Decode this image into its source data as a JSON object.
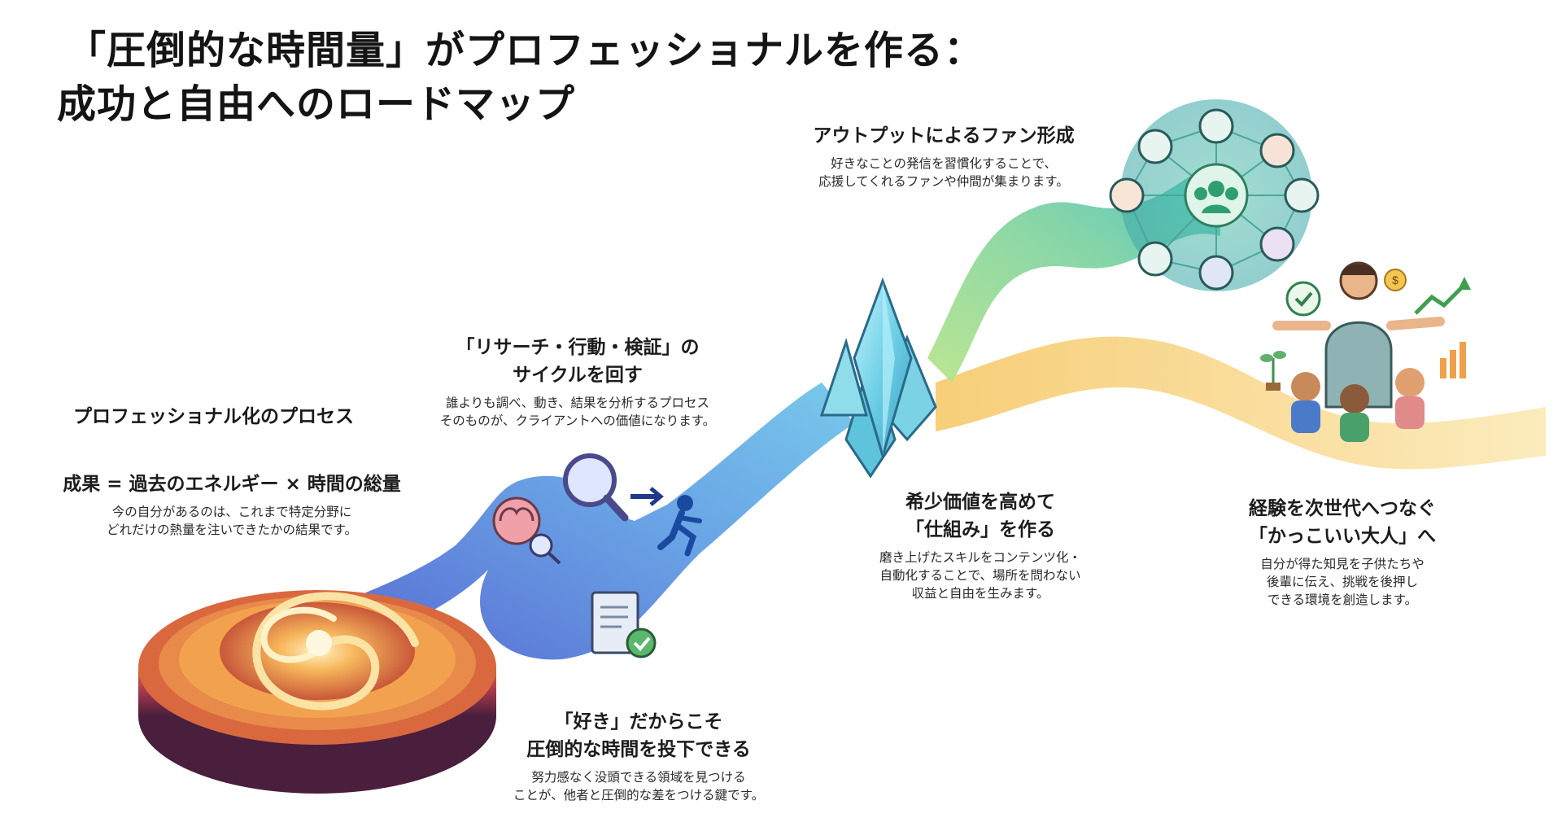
{
  "title": {
    "line1": "「圧倒的な時間量」がプロフェッショナルを作る：",
    "line2": "成功と自由へのロードマップ"
  },
  "process": {
    "heading": "プロフェッショナル化のプロセス"
  },
  "formula": {
    "heading": "成果 = 過去のエネルギー × 時間の総量",
    "body_line1": "今の自分があるのは、これまで特定分野に",
    "body_line2": "どれだけの熱量を注いできたかの結果です。"
  },
  "love": {
    "heading_line1": "「好き」だからこそ",
    "heading_line2": "圧倒的な時間を投下できる",
    "body_line1": "努力感なく没頭できる領域を見つける",
    "body_line2": "ことが、他者と圧倒的な差をつける鍵です。"
  },
  "cycle": {
    "heading_line1": "「リサーチ・行動・検証」の",
    "heading_line2": "サイクルを回す",
    "body_line1": "誰よりも調べ、動き、結果を分析するプロセス",
    "body_line2": "そのものが、クライアントへの価値になります。"
  },
  "value": {
    "heading_line1": "希少価値を高めて",
    "heading_line2": "「仕組み」を作る",
    "body_line1": "磨き上げたスキルをコンテンツ化・",
    "body_line2": "自動化することで、場所を問わない",
    "body_line3": "収益と自由を生みます。"
  },
  "fans": {
    "heading": "アウトプットによるファン形成",
    "body_line1": "好きなことの発信を習慣化することで、",
    "body_line2": "応援してくれるファンや仲間が集まります。"
  },
  "legacy": {
    "heading_line1": "経験を次世代へつなぐ",
    "heading_line2": "「かっこいい大人」へ",
    "body_line1": "自分が得た知見を子供たちや",
    "body_line2": "後輩に伝え、挑戦を後押し",
    "body_line3": "できる環境を創造します。"
  },
  "icons": {
    "network_center": "people-group-icon",
    "network_nodes": "person-avatar-icon",
    "crystal": "crystal-icon",
    "brain": "brain-icon",
    "search": "magnifier-icon",
    "runner": "running-person-icon",
    "document": "document-check-icon",
    "spiral": "energy-spiral-icon",
    "mentor": "mentor-teaching-icon",
    "dollar": "dollar-coin-icon",
    "growth": "growth-arrow-icon",
    "check": "check-circle-icon",
    "chart": "bar-chart-icon",
    "sprout": "sprout-icon"
  },
  "colors": {
    "path_start": "#5a6fd6",
    "path_mid": "#5cb6e6",
    "path_green": "#9fd97f",
    "path_teal": "#4fc1b6",
    "path_gold": "#f3d27a",
    "spiral_orange": "#f2a24e",
    "spiral_dark": "#5a2a4a",
    "crystal": "#7fd6e8"
  }
}
